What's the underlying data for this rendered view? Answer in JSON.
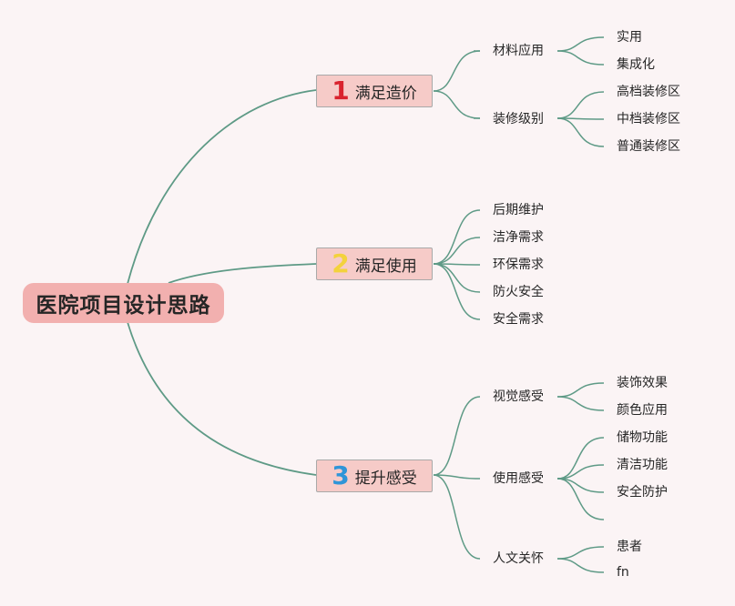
{
  "root": {
    "label": "医院项目设计思路"
  },
  "colors": {
    "line": "#5e9a86",
    "num1": "#d9232e",
    "num2": "#f3d23c",
    "num3": "#2f95d8",
    "root_bg": "#f2b0af",
    "branch_bg": "#f6cbc8"
  },
  "branches": [
    {
      "num": "1",
      "label": "满足造价",
      "children": [
        {
          "label": "材料应用",
          "children": [
            "实用",
            "集成化"
          ]
        },
        {
          "label": "装修级别",
          "children": [
            "高档装修区",
            "中档装修区",
            "普通装修区"
          ]
        }
      ]
    },
    {
      "num": "2",
      "label": "满足使用",
      "children": [
        {
          "label": "后期维护"
        },
        {
          "label": "洁净需求"
        },
        {
          "label": "环保需求"
        },
        {
          "label": "防火安全"
        },
        {
          "label": "安全需求"
        }
      ]
    },
    {
      "num": "3",
      "label": "提升感受",
      "children": [
        {
          "label": "视觉感受",
          "children": [
            "装饰效果",
            "颜色应用"
          ]
        },
        {
          "label": "使用感受",
          "children": [
            "储物功能",
            "清洁功能",
            "安全防护",
            ""
          ]
        },
        {
          "label": "人文关怀",
          "children": [
            "患者",
            "fn"
          ]
        }
      ]
    }
  ]
}
